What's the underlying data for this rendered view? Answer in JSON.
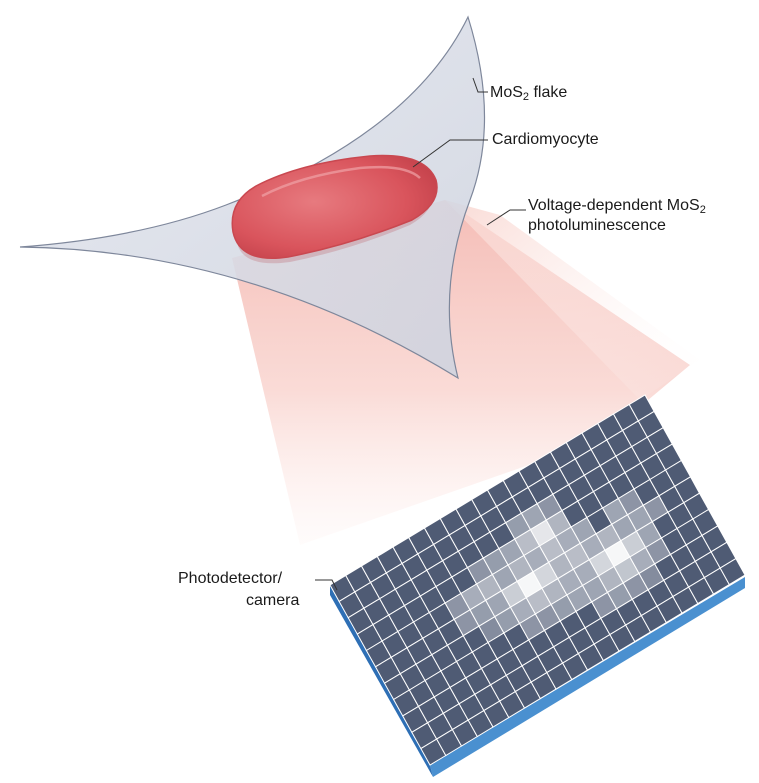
{
  "labels": {
    "flake_main": "MoS",
    "flake_sub": "2",
    "flake_tail": " flake",
    "cell": "Cardiomyocyte",
    "pl_line1_main": "Voltage-dependent MoS",
    "pl_line1_sub": "2",
    "pl_line2": "photoluminescence",
    "detector_line1": "Photodetector/",
    "detector_line2": "camera"
  },
  "colors": {
    "flake_fill": "#d7dbe6",
    "flake_edge": "#7e879b",
    "cell_fill": "#d9545c",
    "cell_edge": "#c94850",
    "glow": "#f6c7c1",
    "detector_top": "#4f5b74",
    "detector_grid": "#ffffff",
    "detector_side": "#2e6fb5",
    "detector_front": "#4a90d0",
    "leader_line": "#333333"
  },
  "sensor": {
    "columns": 20,
    "rows": 11,
    "bright_pixels": [
      [
        14,
        6,
        0.95
      ],
      [
        13,
        6,
        0.75
      ],
      [
        15,
        6,
        0.7
      ],
      [
        14,
        7,
        0.65
      ],
      [
        13,
        7,
        0.55
      ],
      [
        14,
        5,
        0.55
      ],
      [
        15,
        5,
        0.45
      ],
      [
        12,
        6,
        0.5
      ],
      [
        16,
        6,
        0.45
      ],
      [
        15,
        7,
        0.5
      ],
      [
        13,
        5,
        0.5
      ],
      [
        12,
        7,
        0.45
      ],
      [
        9,
        5,
        0.95
      ],
      [
        8,
        5,
        0.7
      ],
      [
        10,
        5,
        0.75
      ],
      [
        9,
        4,
        0.55
      ],
      [
        9,
        6,
        0.6
      ],
      [
        10,
        6,
        0.55
      ],
      [
        8,
        4,
        0.45
      ],
      [
        10,
        4,
        0.5
      ],
      [
        11,
        5,
        0.55
      ],
      [
        11,
        6,
        0.5
      ],
      [
        8,
        6,
        0.5
      ],
      [
        7,
        5,
        0.45
      ],
      [
        11,
        3,
        0.85
      ],
      [
        10,
        3,
        0.6
      ],
      [
        12,
        3,
        0.55
      ],
      [
        11,
        2,
        0.45
      ],
      [
        11,
        4,
        0.6
      ],
      [
        12,
        4,
        0.5
      ],
      [
        10,
        2,
        0.4
      ],
      [
        6,
        4,
        0.5
      ],
      [
        6,
        5,
        0.4
      ],
      [
        7,
        4,
        0.55
      ],
      [
        7,
        6,
        0.4
      ],
      [
        5,
        5,
        0.35
      ],
      [
        5,
        4,
        0.35
      ],
      [
        15,
        4,
        0.45
      ],
      [
        16,
        5,
        0.45
      ],
      [
        16,
        4,
        0.35
      ],
      [
        17,
        5,
        0.35
      ],
      [
        16,
        7,
        0.35
      ],
      [
        12,
        5,
        0.6
      ],
      [
        13,
        4,
        0.45
      ],
      [
        12,
        2,
        0.35
      ],
      [
        8,
        3,
        0.4
      ],
      [
        9,
        3,
        0.45
      ],
      [
        7,
        3,
        0.35
      ],
      [
        10,
        7,
        0.4
      ],
      [
        11,
        7,
        0.45
      ],
      [
        12,
        8,
        0.35
      ],
      [
        13,
        8,
        0.4
      ],
      [
        14,
        8,
        0.35
      ],
      [
        9,
        7,
        0.35
      ],
      [
        8,
        7,
        0.35
      ],
      [
        6,
        6,
        0.3
      ],
      [
        15,
        8,
        0.3
      ]
    ]
  }
}
